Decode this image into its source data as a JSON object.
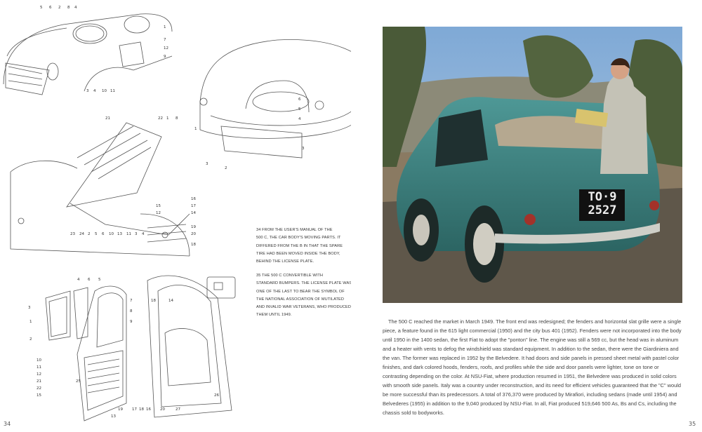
{
  "left_page": {
    "page_number": "34",
    "captions": [
      {
        "lines": [
          "34  From the user's manual of the",
          "500 C, the car body's moving parts. It",
          "differed from the B in that the spare",
          "tire had been moved inside the body,",
          "behind the license plate."
        ]
      },
      {
        "lines": [
          "35  The 500 C convertible with",
          "standard bumpers. The license plate was",
          "one of the last to bear the symbol of",
          "the National Association of Mutilated",
          "and Invalid War Veterans, who produced",
          "them until 1949."
        ]
      }
    ],
    "diagram_labels": {
      "hood": [
        "5",
        "6",
        "2",
        "8",
        "4",
        "3",
        "4",
        "10",
        "11",
        "1",
        "7",
        "12",
        "9"
      ],
      "trunk": [
        "6",
        "5",
        "4",
        "1",
        "3",
        "2"
      ],
      "roof": [
        "21",
        "22",
        "1",
        "8",
        "14",
        "16",
        "17",
        "19",
        "20",
        "23",
        "24",
        "2",
        "5",
        "6",
        "10",
        "13",
        "11",
        "3",
        "4",
        "15",
        "12",
        "18"
      ],
      "doors": [
        "4",
        "6",
        "5",
        "3",
        "1",
        "2",
        "7",
        "8",
        "9",
        "10",
        "11",
        "12",
        "13",
        "14",
        "15",
        "16",
        "17",
        "18",
        "19",
        "20",
        "21",
        "22",
        "25",
        "26",
        "27"
      ]
    }
  },
  "right_page": {
    "page_number": "35",
    "photo": {
      "license_plate": [
        "TO·9",
        "2527"
      ]
    },
    "body_lines": [
      "     The 500 C reached the market in March 1949. The front end was redesigned; the fenders and horizontal slat grille were a single",
      "piece, a feature found in the 615 light commercial (1950) and the city bus 401 (1952). Fenders were not incorporated into the body",
      "until 1950 in the 1400 sedan, the first Fiat to adopt the \"ponton\" line. The engine was still a 569 cc, but the head was in aluminum and",
      "a heater with vents to defog the windshield was standard equipment. In addition to the sedan, there were the Giardiniera and the van.",
      "The former was replaced in 1952 by the Belvedere. It had doors and side panels in pressed sheet metal with pastel color finishes, and",
      "dark colored hoods, fenders, roofs, and profiles while the side and door panels were lighter, tone on tone or contrasting depending on",
      "the color. At NSU-Fiat, where production resumed in 1951, the Belvedere was produced in solid colors with smooth side panels. Italy",
      "was a country under reconstruction, and its need for efficient vehicles guaranteed that the \"C\" would be more successful than its",
      "predecessors. A total of 376,370 were produced by Mirafiori, including sedans (made until 1954) and Belvederes (1955) in addition to",
      "the 9,040 produced by NSU-Fiat. In all, Fiat produced 519,646 500 As, Bs and Cs, including the chassis sold to bodyworks."
    ]
  },
  "colors": {
    "car": "#3f8a88",
    "sky": "#8fb3d6",
    "text": "#444444"
  }
}
